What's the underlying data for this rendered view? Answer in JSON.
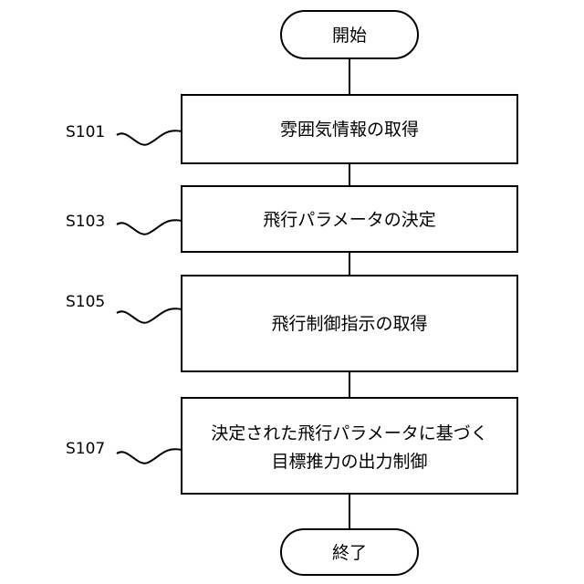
{
  "flowchart": {
    "start": "開始",
    "end": "終了",
    "steps": [
      {
        "id": "S101",
        "lines": [
          "雰囲気情報の取得"
        ]
      },
      {
        "id": "S103",
        "lines": [
          "飛行パラメータの決定"
        ]
      },
      {
        "id": "S105",
        "lines": [
          "飛行制御指示の取得"
        ]
      },
      {
        "id": "S107",
        "lines": [
          "決定された飛行パラメータに基づく",
          "目標推力の出力制御"
        ]
      }
    ]
  }
}
